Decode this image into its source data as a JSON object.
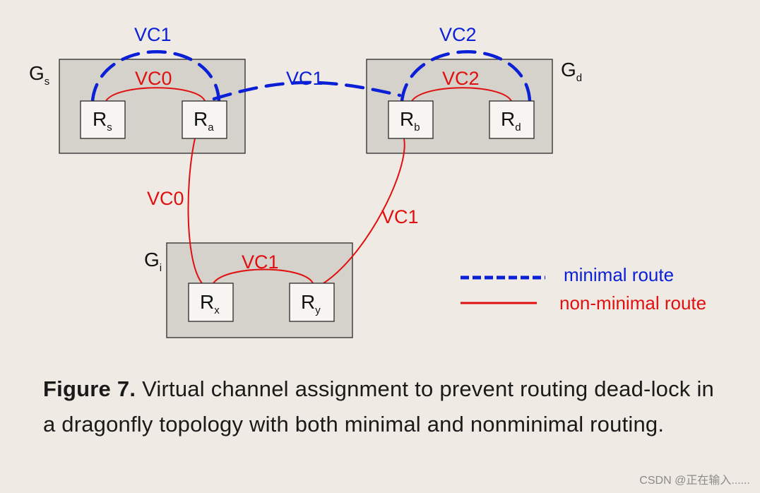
{
  "colors": {
    "minimal": "#0a1fd6",
    "nonminimal": "#e01010",
    "text": "#111111"
  },
  "groups": [
    {
      "id": "gs",
      "main": "G",
      "sub": "s"
    },
    {
      "id": "gd",
      "main": "G",
      "sub": "d"
    },
    {
      "id": "gi",
      "main": "G",
      "sub": "i"
    }
  ],
  "routers": [
    {
      "id": "rs",
      "main": "R",
      "sub": "s"
    },
    {
      "id": "ra",
      "main": "R",
      "sub": "a"
    },
    {
      "id": "rb",
      "main": "R",
      "sub": "b"
    },
    {
      "id": "rd",
      "main": "R",
      "sub": "d"
    },
    {
      "id": "rx",
      "main": "R",
      "sub": "x"
    },
    {
      "id": "ry",
      "main": "R",
      "sub": "y"
    }
  ],
  "links": {
    "minimal_gs": "VC1",
    "nonminimal_gs": "VC0",
    "minimal_global": "VC1",
    "minimal_gd": "VC2",
    "nonminimal_gd": "VC2",
    "nonminimal_ra_rx": "VC0",
    "nonminimal_rb_ry": "VC1",
    "nonminimal_gi": "VC1"
  },
  "legend": {
    "minimal": "minimal route",
    "nonminimal": "non-minimal route"
  },
  "caption": {
    "label": "Figure 7.",
    "text": " Virtual channel assignment to prevent routing dead-lock in a dragonfly topology with both minimal and nonminimal routing."
  },
  "watermark": "CSDN @正在输入......"
}
